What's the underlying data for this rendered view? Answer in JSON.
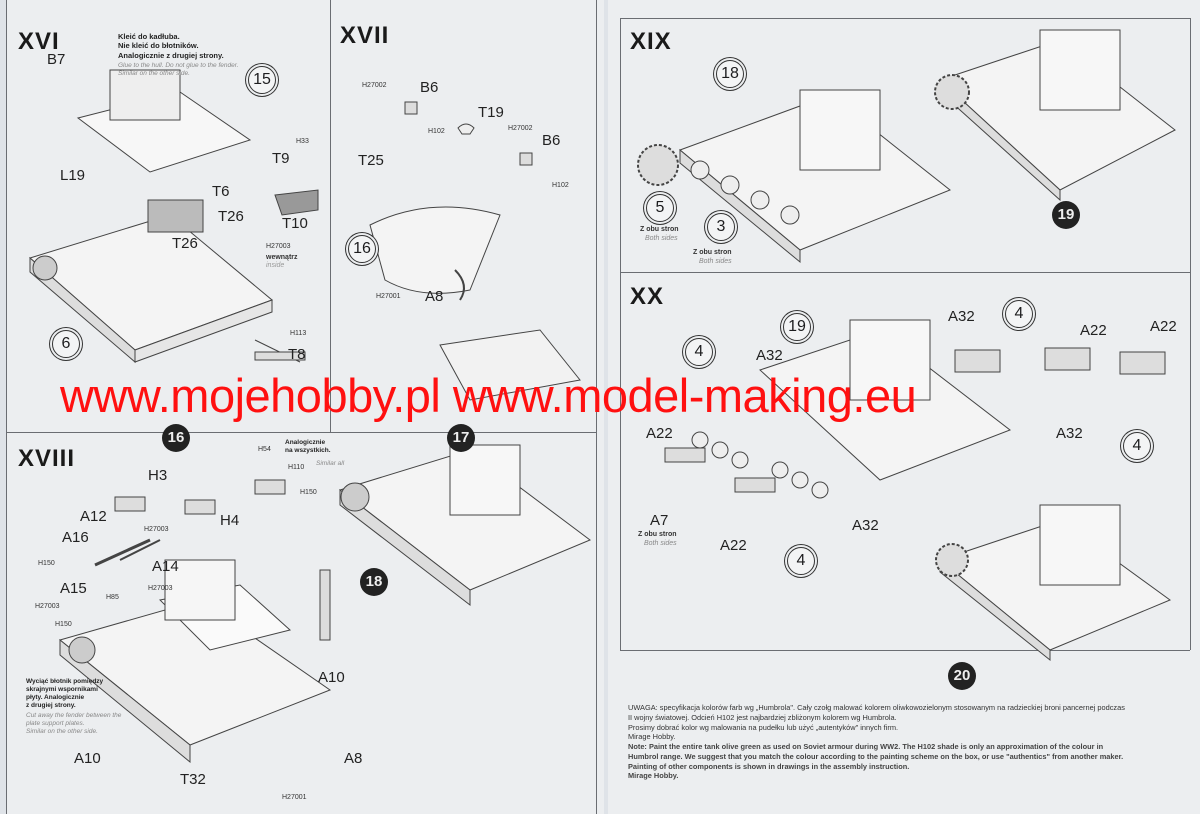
{
  "watermark": "www.mojehobby.pl www.model-making.eu",
  "sections": {
    "xvi": {
      "title": "XVI",
      "note_pl": [
        "Kleić do kadłuba.",
        "Nie kleić do błotników.",
        "Analogicznie z drugiej strony."
      ],
      "note_en": [
        "Glue to the hull. Do not glue to the fender.",
        "Similar on the other side."
      ],
      "labels": [
        "B7",
        "L19",
        "T6",
        "T9",
        "T26",
        "T26",
        "T10",
        "T8"
      ],
      "paints": [
        "H33",
        "H27003",
        "H113"
      ],
      "inside_pl": "wewnątrz",
      "inside_en": "inside",
      "circles": [
        "15",
        "6"
      ],
      "step": "16"
    },
    "xvii": {
      "title": "XVII",
      "labels": [
        "B6",
        "T19",
        "B6",
        "T25",
        "A8"
      ],
      "paints": [
        "H27002",
        "H102",
        "H27002",
        "H102",
        "H27001"
      ],
      "circles": [
        "16"
      ],
      "step": "17"
    },
    "xviii": {
      "title": "XVIII",
      "labels": [
        "H3",
        "A12",
        "H4",
        "A16",
        "A14",
        "A15",
        "A10",
        "A10",
        "T32",
        "A8"
      ],
      "paints": [
        "H27003",
        "H150",
        "H27003",
        "H85",
        "H27003",
        "H150",
        "H54",
        "H110",
        "H150",
        "H27001"
      ],
      "note_pl": [
        "Analogicznie",
        "na wszystkich."
      ],
      "note_en": "Similar all",
      "cut_pl": [
        "Wyciąć błotnik pomiędzy",
        "skrajnymi wspornikami",
        "płyty. Analogicznie",
        "z drugiej strony."
      ],
      "cut_en": [
        "Cut away the fender between the",
        "plate support plates.",
        "Similar on the other side."
      ],
      "step": "18"
    },
    "xix": {
      "title": "XIX",
      "circles": [
        "18",
        "5",
        "3"
      ],
      "both_pl": "Z obu stron",
      "both_en": "Both sides",
      "step": "19"
    },
    "xx": {
      "title": "XX",
      "circles": [
        "19",
        "4",
        "4",
        "4",
        "4"
      ],
      "labels": [
        "A32",
        "A22",
        "A22",
        "A32",
        "A22",
        "A32",
        "A7",
        "A32",
        "A22"
      ],
      "both_pl": "Z obu stron",
      "both_en": "Both sides",
      "step": "20"
    }
  },
  "footer": {
    "pl": [
      "UWAGA: specyfikacja kolorów farb wg „Humbrola\". Cały czołg malować kolorem oliwkowozielonym stosowanym na radzieckiej broni pancernej podczas",
      "II wojny światowej. Odcień H102 jest najbardziej zbliżonym kolorem wg Humbrola.",
      "Prosimy dobrać kolor wg malowania na pudełku lub użyć „autentyków\" innych firm.",
      "Mirage Hobby."
    ],
    "en": [
      "Note: Paint the entire tank olive green as used on Soviet armour during WW2. The H102 shade is only an approximation of the colour in",
      "Humbrol range. We suggest that you match the colour according to the painting scheme on the box, or use \"authentics\" from another maker.",
      "Painting of other components is shown in drawings in the assembly instruction.",
      "Mirage Hobby."
    ]
  }
}
